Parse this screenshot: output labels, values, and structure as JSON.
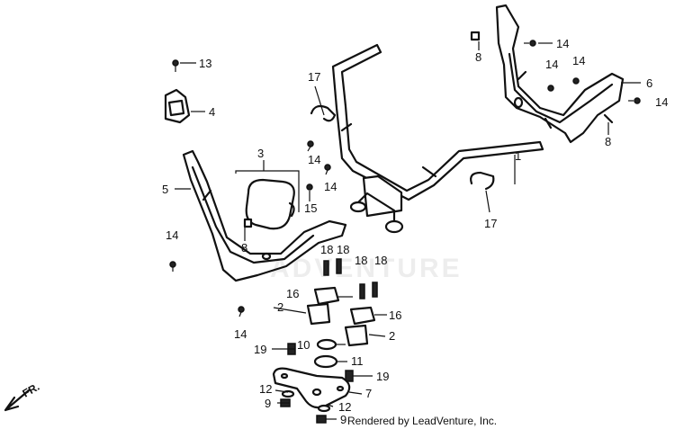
{
  "callouts": {
    "c1": "1",
    "c2a": "2",
    "c2b": "2",
    "c3": "3",
    "c4": "4",
    "c5": "5",
    "c6": "6",
    "c7": "7",
    "c8a": "8",
    "c8b": "8",
    "c8c": "8",
    "c9a": "9",
    "c9b": "9",
    "c10": "10",
    "c11": "11",
    "c12a": "12",
    "c12b": "12",
    "c13": "13",
    "c14a": "14",
    "c14b": "14",
    "c14c": "14",
    "c14d": "14",
    "c14e": "14",
    "c14f": "14",
    "c14g": "14",
    "c14h": "14",
    "c15": "15",
    "c16a": "16",
    "c16b": "16",
    "c17a": "17",
    "c17b": "17",
    "c18a": "18",
    "c18b": "18",
    "c18c": "18",
    "c18d": "18",
    "c19a": "19",
    "c19b": "19"
  },
  "direction_label": "FR.",
  "credit": "Rendered by LeadVenture, Inc.",
  "watermark": "ADVENTURE"
}
